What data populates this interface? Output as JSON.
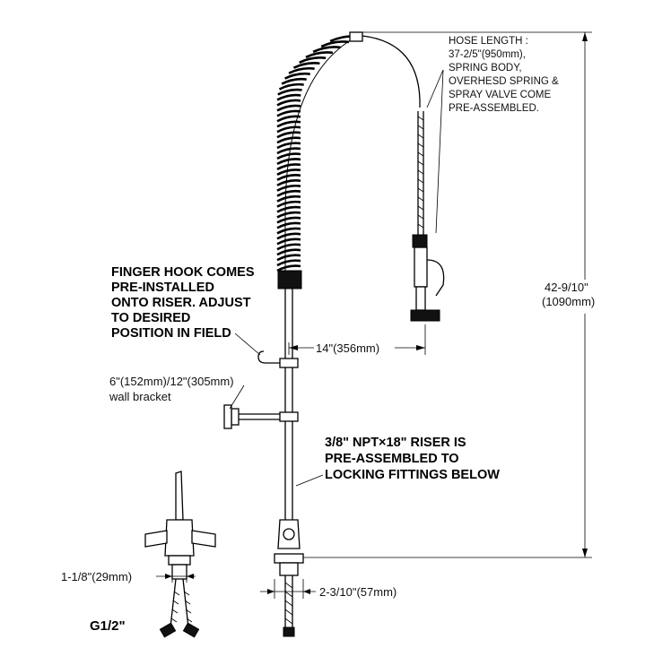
{
  "notes": {
    "hose_length": [
      "HOSE LENGTH :",
      "37-2/5\"(950mm),",
      "SPRING BODY,",
      "OVERHESD SPRING &",
      "SPRAY VALVE COME",
      "PRE-ASSEMBLED."
    ],
    "finger_hook": [
      "FINGER HOOK COMES",
      "PRE-INSTALLED",
      "ONTO RISER. ADJUST",
      "TO DESIRED",
      "POSITION IN FIELD"
    ],
    "wall_bracket": [
      "6\"(152mm)/12\"(305mm)",
      "wall bracket"
    ],
    "riser": [
      "3/8\" NPT×18\" RISER IS",
      "PRE-ASSEMBLED TO",
      "LOCKING FITTINGS BELOW"
    ]
  },
  "dimensions": {
    "total_height": "42-9/10\"",
    "total_height_mm": "(1090mm)",
    "arm_reach": "14\"(356mm)",
    "shank_width": "1-1/8\"(29mm)",
    "base_width": "2-3/10\"(57mm)",
    "thread": "G1/2\""
  }
}
